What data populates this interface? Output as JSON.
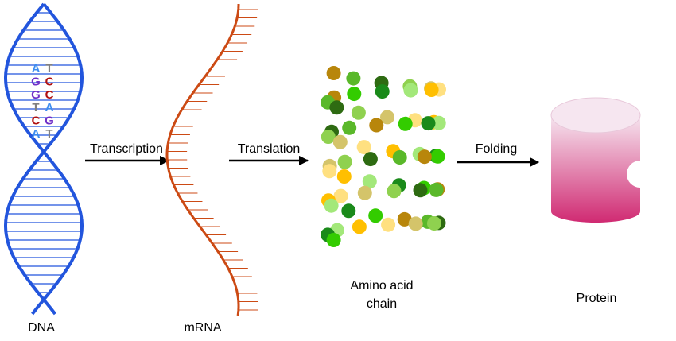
{
  "labels": {
    "dna": "DNA",
    "mrna": "mRNA",
    "amino_line1": "Amino acid",
    "amino_line2": "chain",
    "protein": "Protein"
  },
  "arrows": {
    "transcription": "Transcription",
    "translation": "Translation",
    "folding": "Folding"
  },
  "base_pairs": [
    {
      "left": "A",
      "right": "T"
    },
    {
      "left": "G",
      "right": "C"
    },
    {
      "left": "G",
      "right": "C"
    },
    {
      "left": "T",
      "right": "A"
    },
    {
      "left": "C",
      "right": "G"
    },
    {
      "left": "A",
      "right": "T"
    }
  ],
  "colors": {
    "dna_strand": "#2255dd",
    "mrna_strand": "#cc4a14",
    "base_A": "#3c8cf0",
    "base_T": "#808080",
    "base_G": "#7030c8",
    "base_C": "#b01010",
    "arrow": "#000000",
    "protein_light": "#f6e6f0",
    "protein_dark": "#d02a72"
  },
  "amino_colors": [
    "#b8860b",
    "#8fd14f",
    "#ffbf00",
    "#33cc00",
    "#2e6b12",
    "#ffe080",
    "#1a8a1a",
    "#5ab82a",
    "#d4c46a",
    "#a3e87a"
  ]
}
